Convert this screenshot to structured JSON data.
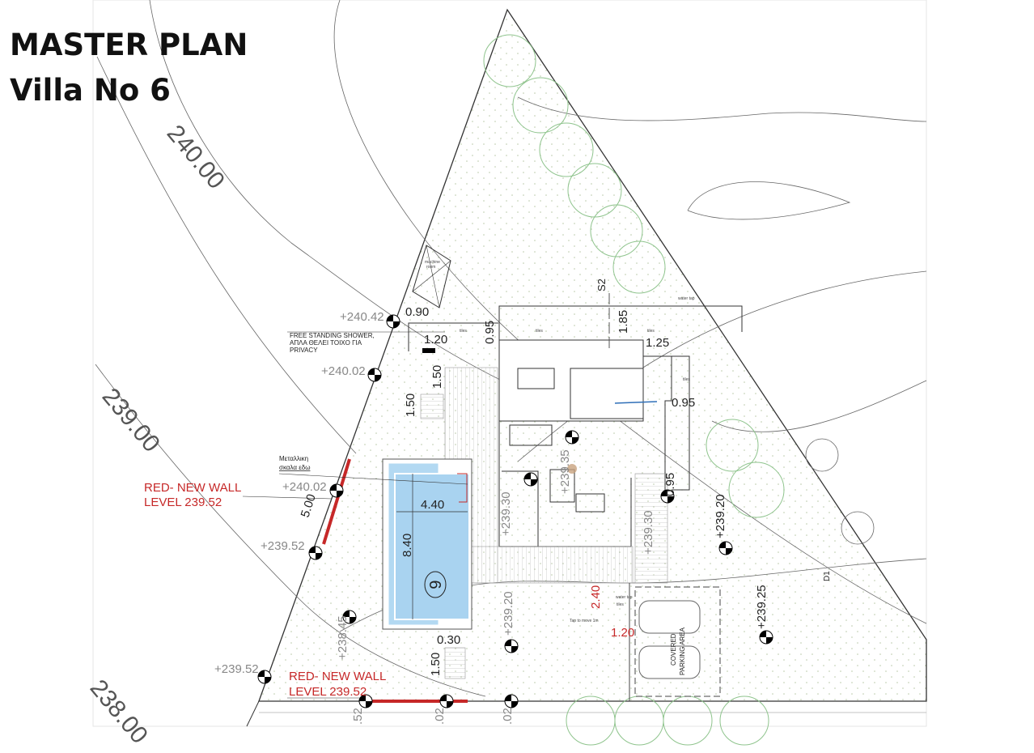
{
  "title": {
    "line1": "MASTER PLAN",
    "line2": "Villa No 6"
  },
  "contours": [
    "240.00",
    "239.00",
    "238.00"
  ],
  "levels": [
    "+240.42",
    "+240.02",
    "+240.02",
    "+239.52",
    "+239.52",
    "+239.35",
    "+239.30",
    "+239.30",
    "+239.20",
    "+239.20",
    "+239.25",
    "+238.45",
    ".52",
    ".02",
    ".02"
  ],
  "dimensions": [
    "0.90",
    "0.95",
    "1.85",
    "1.20",
    "1.25",
    "1.50",
    "1.50",
    "0.95",
    "0.95",
    "4.40",
    "8.40",
    "5.00",
    "0.30",
    "1.50"
  ],
  "red_dimensions": [
    "2.40",
    "1.20"
  ],
  "notes": {
    "shower": [
      "FREE STANDING SHOWER,",
      "ΑΠΛΑ ΘΕΛΕΙ ΤΟΙΧΟ ΓΙΑ",
      "PRIVACY"
    ],
    "stairs": [
      "Μεταλλικη",
      "σκαλα εδω"
    ],
    "new_wall_1": [
      "RED- NEW WALL",
      "LEVEL 239.52"
    ],
    "new_wall_2": [
      "RED- NEW WALL",
      "LEVEL 239.52"
    ],
    "section": "S2",
    "detail": "D1",
    "machine_room": [
      "machine",
      "room"
    ],
    "parking": [
      "COVERED",
      "PARKING AREA"
    ],
    "pool_number": "6",
    "tiles": "tiles",
    "water_tap": "water tap",
    "tap_move": "Tap to move 1m"
  },
  "colors": {
    "wall_red": "#c62828",
    "pool": "#b3d9f2",
    "tree": "#7fb77e",
    "level_gray": "#888888"
  }
}
